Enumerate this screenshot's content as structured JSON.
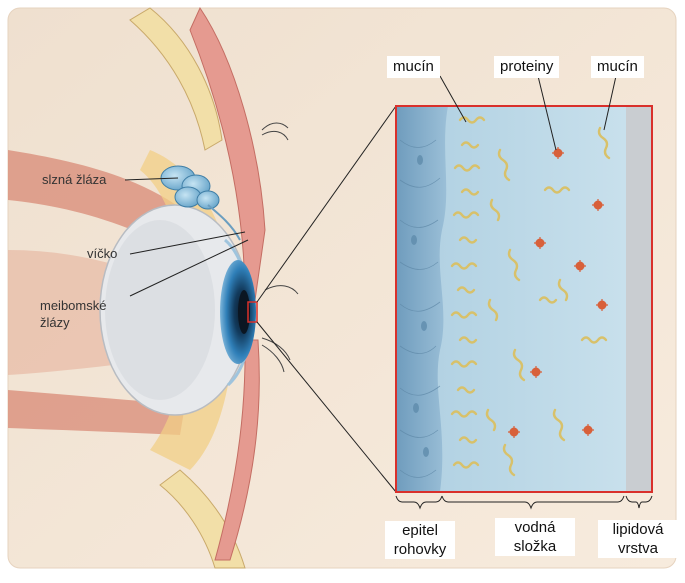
{
  "labels": {
    "lacrimal_gland": "slzná žláza",
    "eyelid": "víčko",
    "meibomian_line1": "meibomské",
    "meibomian_line2": "žlázy",
    "mucin_left": "mucín",
    "proteins": "proteiny",
    "mucin_right": "mucín",
    "epithelium_line1": "epitel",
    "epithelium_line2": "rohovky",
    "aqueous_line1": "vodná",
    "aqueous_line2": "složka",
    "lipid_line1": "lipidová",
    "lipid_line2": "vrstva"
  },
  "colors": {
    "background": "#f3e3d1",
    "inset_frame": "#d9302b",
    "epithelium": "#7ea9c6",
    "aqueous": "#bcd8e6",
    "lipid": "#c9cdd1",
    "mucin": "#d8c16a",
    "protein": "#d8603a",
    "eye_iris": "#2f7fb8"
  }
}
